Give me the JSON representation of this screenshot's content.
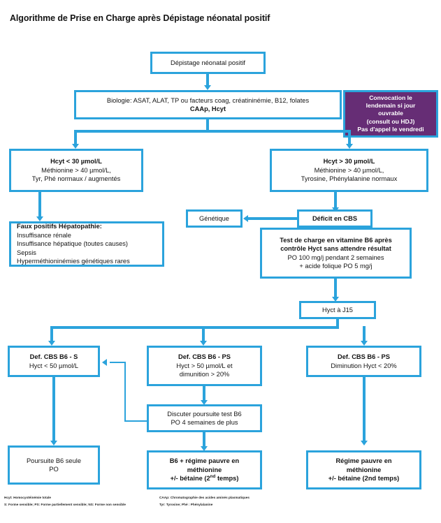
{
  "title": "Algorithme de Prise en Charge après Dépistage néonatal positif",
  "colors": {
    "flow_blue": "#2BA3DC",
    "callout_purple": "#662D75",
    "text": "#141414",
    "background": "#FFFFFF"
  },
  "nodes": {
    "screening": {
      "lines": [
        "Dépistage néonatal positif"
      ]
    },
    "biology": {
      "line1": "Biologie: ASAT, ALAT, TP ou facteurs coag, créatininémie, B12, folates",
      "line2": "CAAp, Hcyt"
    },
    "callout": {
      "line1": "Convocation le",
      "line2": "lendemain si jour",
      "line3": "ouvrable",
      "line4": "(consult ou HDJ)",
      "line5": "Pas d'appel le vendredi"
    },
    "hcyt_low": {
      "line1": "Hcyt < 30 µmol/L",
      "line2": "Méthionine > 40 µmol/L,",
      "line3": "Tyr, Phé normaux / augmentés"
    },
    "hcyt_high": {
      "line1": "Hcyt > 30 µmol/L",
      "line2": "Méthionine > 40 µmol/L,",
      "line3": "Tyrosine, Phénylalanine normaux"
    },
    "false_positives": {
      "line1": "Faux positifs Hépatopathie:",
      "line2": "Insuffisance rénale",
      "line3": "Insuffisance hépatique (toutes causes)",
      "line4": "Sepsis",
      "line5": "Hyperméthioninémies génétiques rares"
    },
    "genetics": {
      "line1": "Génétique"
    },
    "cbs_deficit": {
      "line1": "Déficit en CBS"
    },
    "b6_test": {
      "line1": "Test de charge en vitamine B6 après",
      "line2": "contrôle Hyct sans attendre résultat",
      "line3": "PO 100 mg/j pendant 2 semaines",
      "line4": "+ acide folique PO 5 mg/j"
    },
    "hyct_j15": {
      "line1": "Hyct à J15"
    },
    "cbs_b6_s": {
      "line1": "Def. CBS B6 - S",
      "line2": "Hyct < 50 µmol/L"
    },
    "cbs_b6_ps_mid": {
      "line1": "Def. CBS B6 - PS",
      "line2": "Hyct > 50 µmol/L et",
      "line3": "dimunition > 20%"
    },
    "cbs_b6_ps_right": {
      "line1": "Def. CBS B6 - PS",
      "line2": "Diminution Hyct < 20%"
    },
    "discuss_b6": {
      "line1": "Discuter poursuite test B6",
      "line2": "PO 4 semaines de plus"
    },
    "b6_alone": {
      "line1": "Poursuite B6 seule",
      "line2": "PO"
    },
    "b6_diet": {
      "line1": "B6 + régime pauvre en",
      "line2": "méthionine",
      "line3_pre": "+/- bétaine (2",
      "line3_sup": "nd",
      "line3_post": " temps)"
    },
    "diet_only": {
      "line1": "Régime pauvre en",
      "line2": "méthionine",
      "line3": "+/- bétaine (2nd temps)"
    }
  },
  "footnotes": {
    "left_line1": "Hcyt: Homocystéinémie totale",
    "left_line2": "S: Forme sensible; PS: Forme partiellement sensible; NS: Forme non sensible",
    "right_line1": "CAAp: Chromatographie des acides aminés plasmatiques",
    "right_line2": "Tyr: Tyrosine; Phé : Phénylalanine"
  }
}
